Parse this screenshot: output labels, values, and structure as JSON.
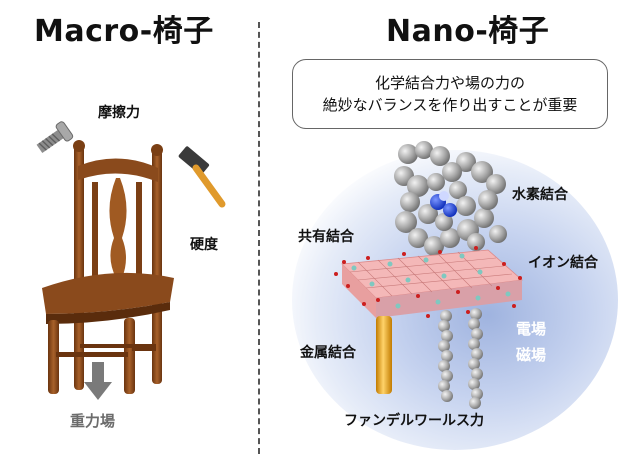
{
  "titles": {
    "macro": "Macro-椅子",
    "nano": "Nano-椅子"
  },
  "callout": {
    "line1": "化学結合力や場の力の",
    "line2": "絶妙なバランスを作り出すことが重要"
  },
  "macro_labels": {
    "friction": "摩擦力",
    "hardness": "硬度",
    "gravity": "重力場"
  },
  "nano_labels": {
    "hydrogen_bond": "水素結合",
    "covalent_bond": "共有結合",
    "ionic_bond": "イオン結合",
    "electric_field": "電場",
    "metallic_bond": "金属結合",
    "magnetic_field": "磁場",
    "van_der_waals": "ファンデルワールス力"
  },
  "colors": {
    "wood": "#8a4a1c",
    "wood_dark": "#5a2c0c",
    "field_blue": "#9fb3df",
    "gold": "#f0a81a",
    "metal_gray": "#9a9a9a",
    "nitrogen_blue": "#1a3fd6",
    "oxygen_red": "#cc1f1f"
  },
  "icons": [
    "screw-icon",
    "hammer-icon",
    "down-arrow-icon"
  ]
}
